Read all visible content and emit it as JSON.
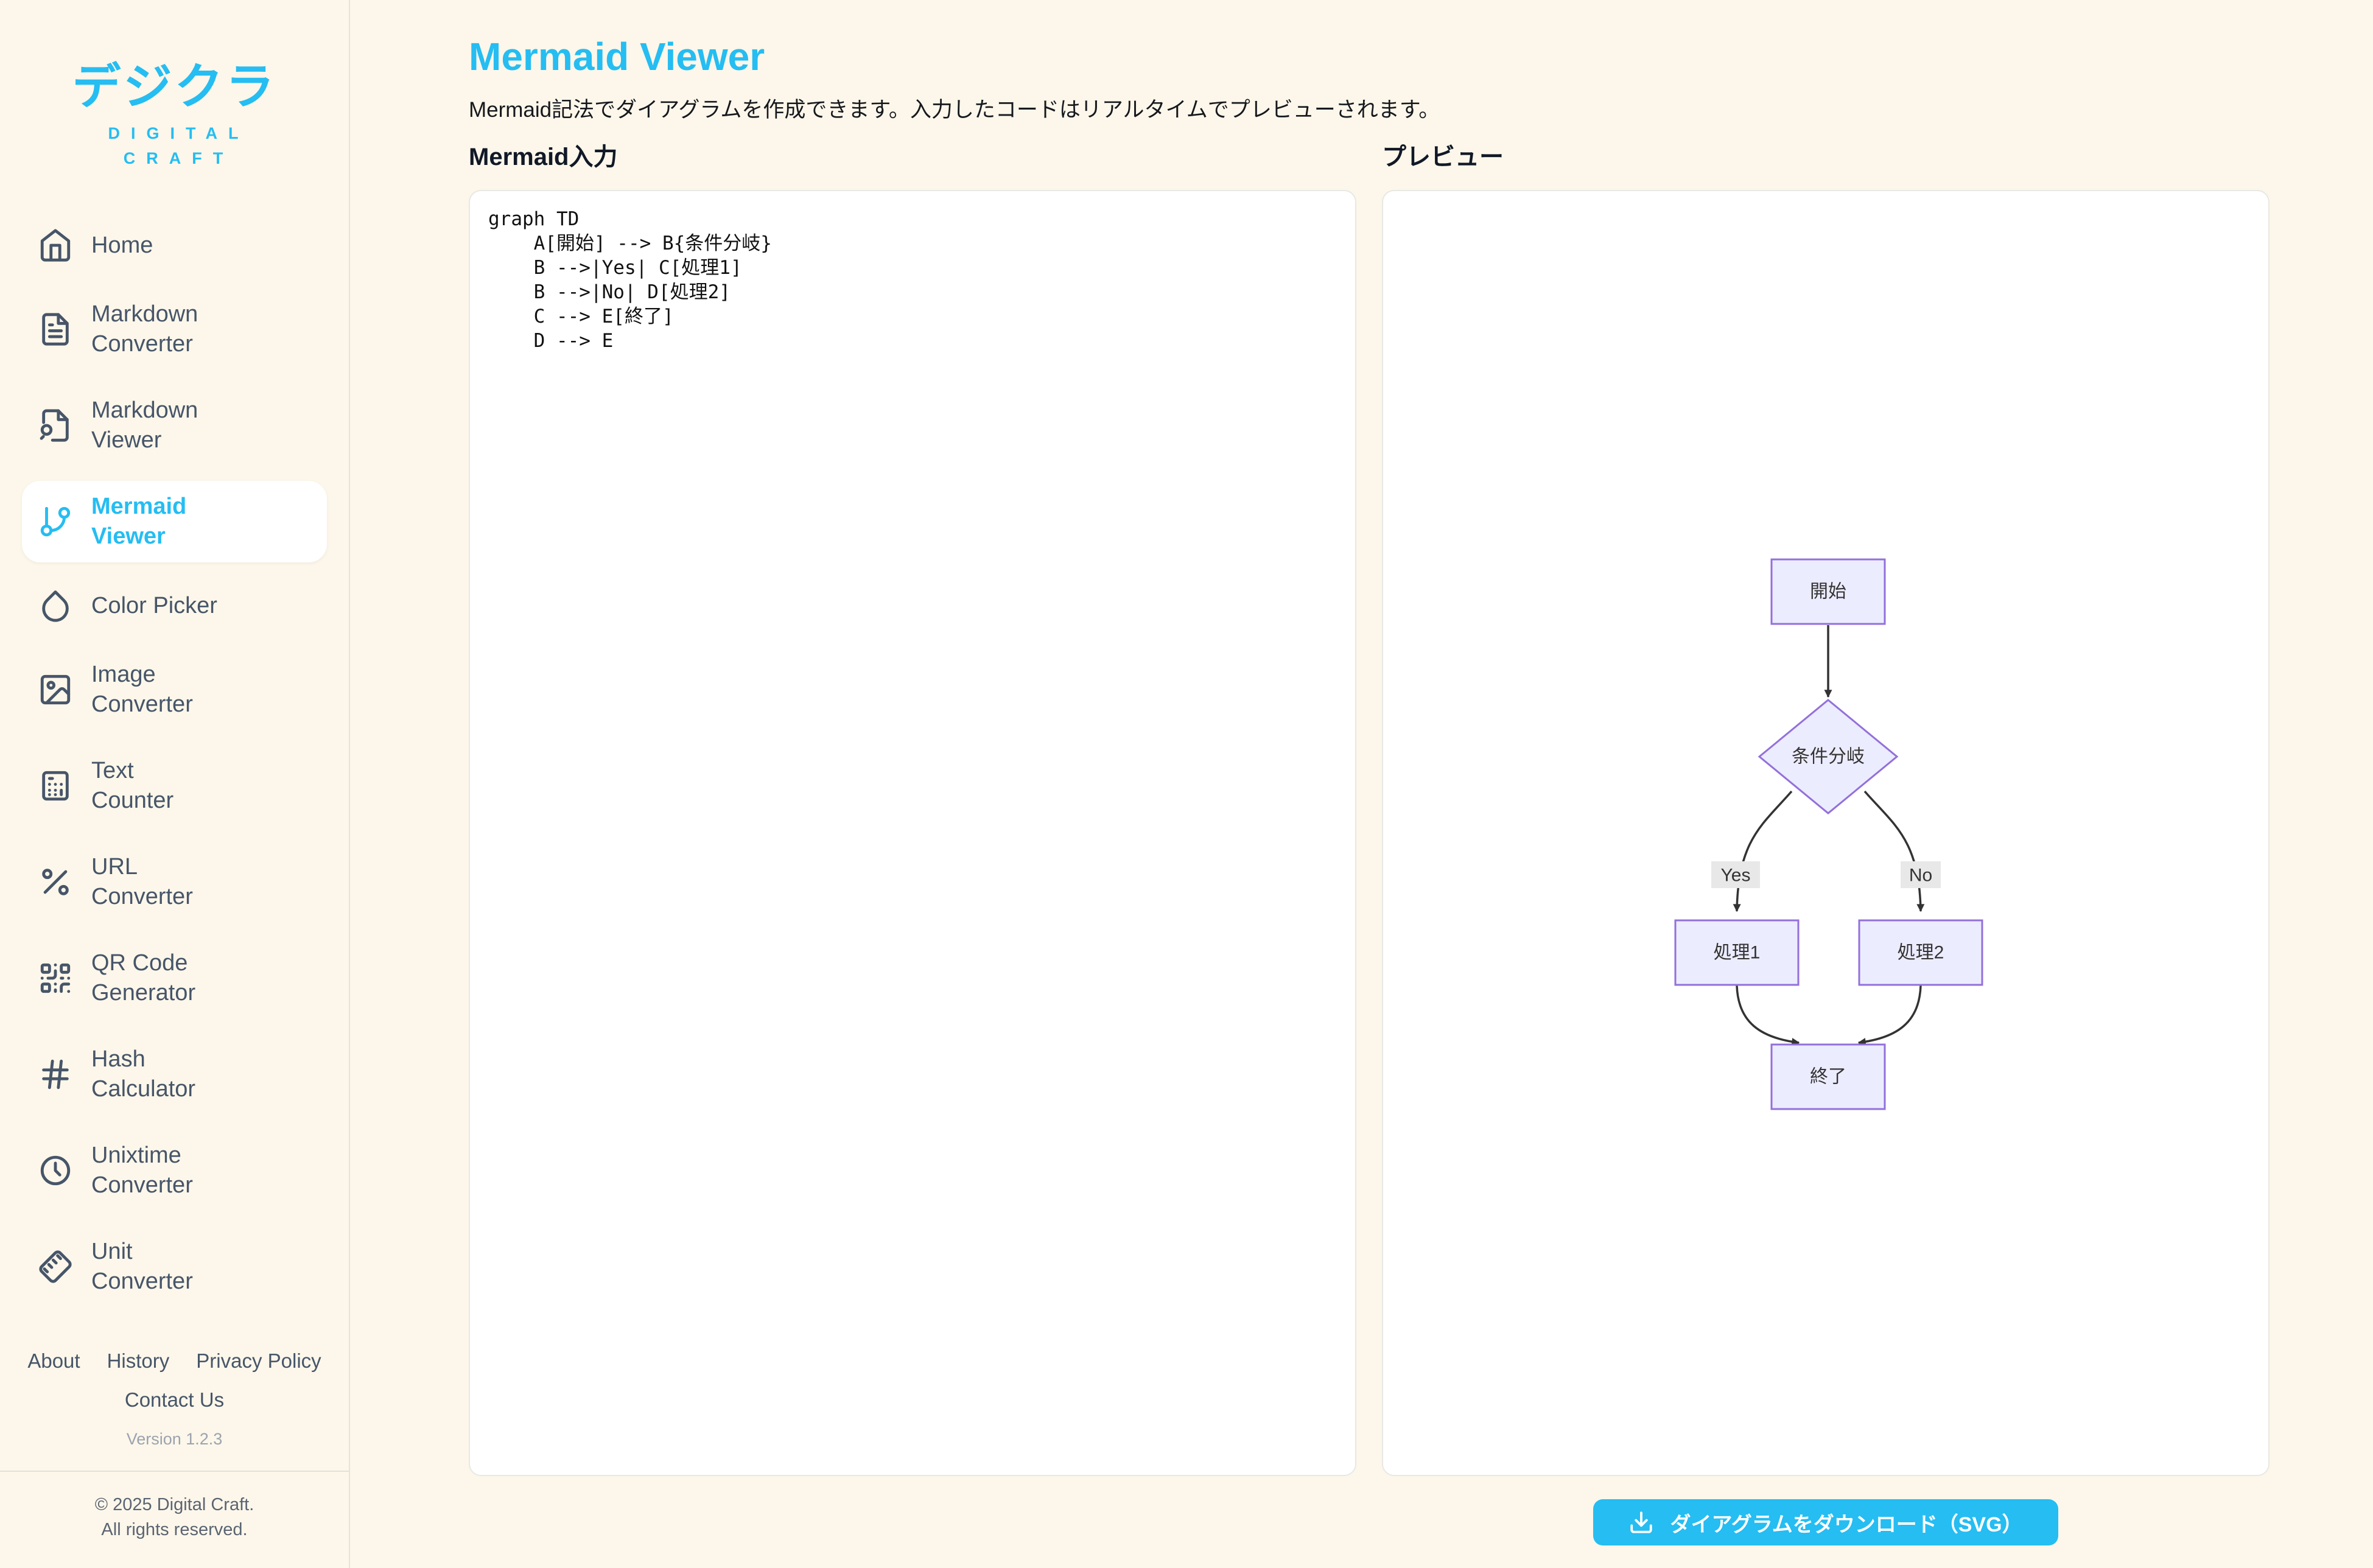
{
  "sidebar": {
    "logo": {
      "title": "デジクラ",
      "subtitle_line1": "DIGITAL",
      "subtitle_line2": "CRAFT"
    },
    "items": [
      {
        "label": "Home",
        "icon": "home-icon"
      },
      {
        "label": "Markdown Converter",
        "icon": "file-text-icon"
      },
      {
        "label": "Markdown Viewer",
        "icon": "file-search-icon"
      },
      {
        "label": "Mermaid Viewer",
        "icon": "git-branch-icon",
        "active": true
      },
      {
        "label": "Color Picker",
        "icon": "droplet-icon"
      },
      {
        "label": "Image Converter",
        "icon": "image-icon"
      },
      {
        "label": "Text Counter",
        "icon": "calculator-icon"
      },
      {
        "label": "URL Converter",
        "icon": "percent-icon"
      },
      {
        "label": "QR Code Generator",
        "icon": "qr-code-icon"
      },
      {
        "label": "Hash Calculator",
        "icon": "hash-icon"
      },
      {
        "label": "Unixtime Converter",
        "icon": "clock-icon"
      },
      {
        "label": "Unit Converter",
        "icon": "ruler-icon"
      }
    ],
    "footer_links": [
      "About",
      "History",
      "Privacy Policy",
      "Contact Us"
    ],
    "version": "Version 1.2.3",
    "copyright_line1": "© 2025 Digital Craft.",
    "copyright_line2": "All rights reserved."
  },
  "main": {
    "title": "Mermaid Viewer",
    "description": "Mermaid記法でダイアグラムを作成できます。入力したコードはリアルタイムでプレビューされます。",
    "input_section": {
      "heading": "Mermaid入力",
      "code": "graph TD\n    A[開始] --> B{条件分岐}\n    B -->|Yes| C[処理1]\n    B -->|No| D[処理2]\n    C --> E[終了]\n    D --> E"
    },
    "preview_section": {
      "heading": "プレビュー"
    },
    "download_button": {
      "label": "ダイアグラムをダウンロード（SVG）"
    }
  },
  "diagram": {
    "nodes": {
      "start": "開始",
      "decision": "条件分岐",
      "process1": "処理1",
      "process2": "処理2",
      "end": "終了"
    },
    "edge_labels": {
      "yes": "Yes",
      "no": "No"
    }
  },
  "colors": {
    "accent": "#25BDF2",
    "background": "#FCF7EA",
    "node_fill": "#ECECFF",
    "node_border": "#9370DB",
    "edge": "#333333",
    "edge_label_bg": "#E8E8E8"
  }
}
